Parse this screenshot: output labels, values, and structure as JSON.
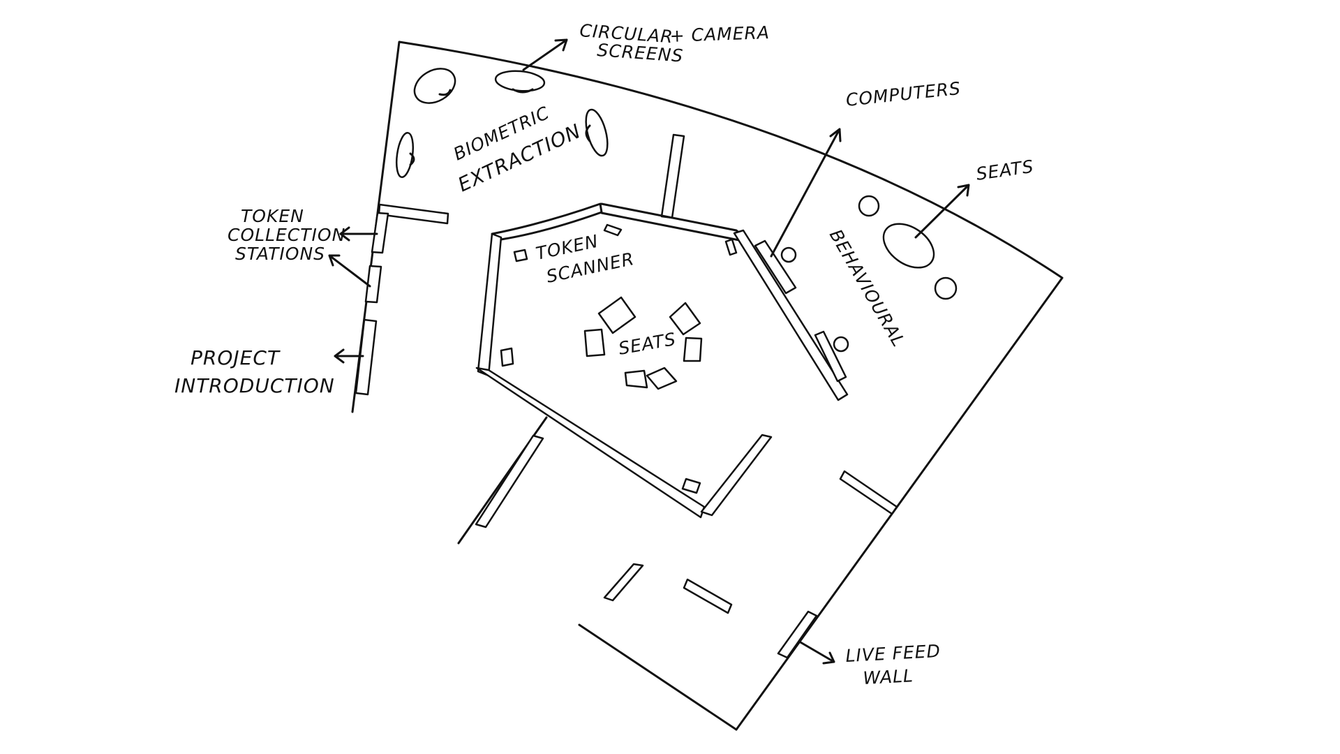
{
  "labels": {
    "circular_screens": [
      "CIRCULAR",
      "SCREENS",
      "+ CAMERA"
    ],
    "computers": "COMPUTERS",
    "seats_right": "SEATS",
    "biometric": [
      "BIOMETRIC",
      "EXTRACTION"
    ],
    "token_collection": [
      "TOKEN",
      "COLLECTION",
      "STATIONS"
    ],
    "project_intro": [
      "PROJECT",
      "INTRODUCTION"
    ],
    "token_scanner": [
      "TOKEN",
      "SCANNER"
    ],
    "seats_center": "SEATS",
    "behavioural": "BEHAVIOURAL",
    "live_feed": [
      "LIVE FEED",
      "WALL"
    ]
  }
}
